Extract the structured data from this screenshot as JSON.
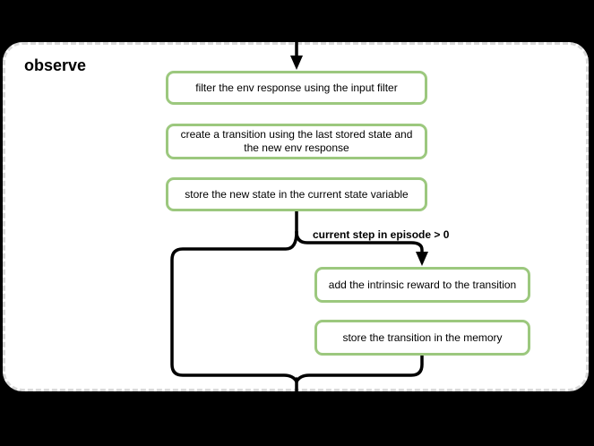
{
  "diagram": {
    "title": "observe",
    "condition_label": "current step in episode > 0",
    "nodes": {
      "main": [
        {
          "id": "filter-env-response",
          "label": "filter the env response using the input filter"
        },
        {
          "id": "create-transition",
          "label": "create a transition using the last stored state and the new env response"
        },
        {
          "id": "store-new-state",
          "label": "store the new state in the current state variable"
        }
      ],
      "conditional": [
        {
          "id": "add-intrinsic-reward",
          "label": "add the intrinsic reward to the transition"
        },
        {
          "id": "store-transition",
          "label": "store the transition in the memory"
        }
      ]
    },
    "colors": {
      "node_border": "#9cc87e",
      "node_fill": "#ffffff",
      "connector": "#000000",
      "container_border": "#d9d9d9",
      "container_fill": "#ffffff",
      "background": "#000000",
      "text": "#000000"
    }
  }
}
